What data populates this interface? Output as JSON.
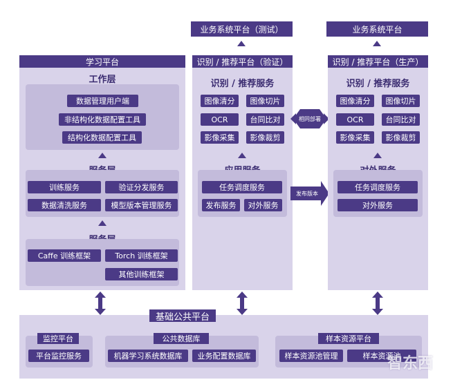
{
  "top": {
    "test_platform": "业务系统平台（测试）",
    "prod_platform": "业务系统平台"
  },
  "learning": {
    "header": "学习平台",
    "work_layer": {
      "title": "工作层",
      "items": [
        "数据管理用户端",
        "非结构化数据配置工具",
        "结构化数据配置工具"
      ]
    },
    "service_layer": {
      "title": "服务层",
      "items": [
        "训练服务",
        "验证分发服务",
        "数据清洗服务",
        "模型版本管理服务"
      ]
    },
    "service_layer2": {
      "title": "服务层",
      "items": [
        "Caffe 训练框架",
        "Torch 训练框架",
        "其他训练框架"
      ]
    }
  },
  "verify": {
    "header": "识别 / 推荐平台（验证）",
    "services_title": "识别 / 推荐服务",
    "services": [
      "图像清分",
      "图像切片",
      "OCR",
      "台同比对",
      "影像采集",
      "影像裁剪"
    ],
    "app_title": "应用服务",
    "app_items": [
      "任务调度服务",
      "发布服务",
      "对外服务"
    ]
  },
  "production": {
    "header": "识别 / 推荐平台（生产）",
    "services_title": "识别 / 推荐服务",
    "services": [
      "图像清分",
      "图像切片",
      "OCR",
      "台同比对",
      "影像采集",
      "影像裁剪"
    ],
    "ext_title": "对外服务",
    "ext_items": [
      "任务调度服务",
      "对外服务"
    ]
  },
  "connectors": {
    "same_deploy": "相同部署",
    "release_version": "发布版本"
  },
  "base": {
    "title": "基础公共平台",
    "monitor": {
      "title": "监控平台",
      "items": [
        "平台监控服务"
      ]
    },
    "database": {
      "title": "公共数据库",
      "items": [
        "机器学习系统数据库",
        "业务配置数据库"
      ]
    },
    "samples": {
      "title": "样本资源平台",
      "items": [
        "样本资源池管理",
        "样本资源池"
      ]
    }
  },
  "watermark": "智东西"
}
